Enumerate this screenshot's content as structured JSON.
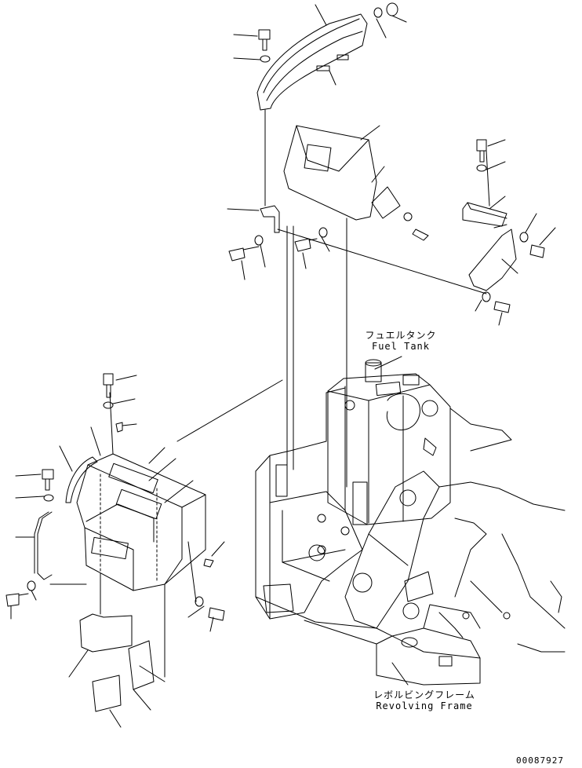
{
  "labels": {
    "fuel_tank_jp": "フュエルタンク",
    "fuel_tank_en": "Fuel Tank",
    "revolving_frame_jp": "レボルビングフレーム",
    "revolving_frame_en": "Revolving Frame",
    "drawing_number": "00087927"
  }
}
